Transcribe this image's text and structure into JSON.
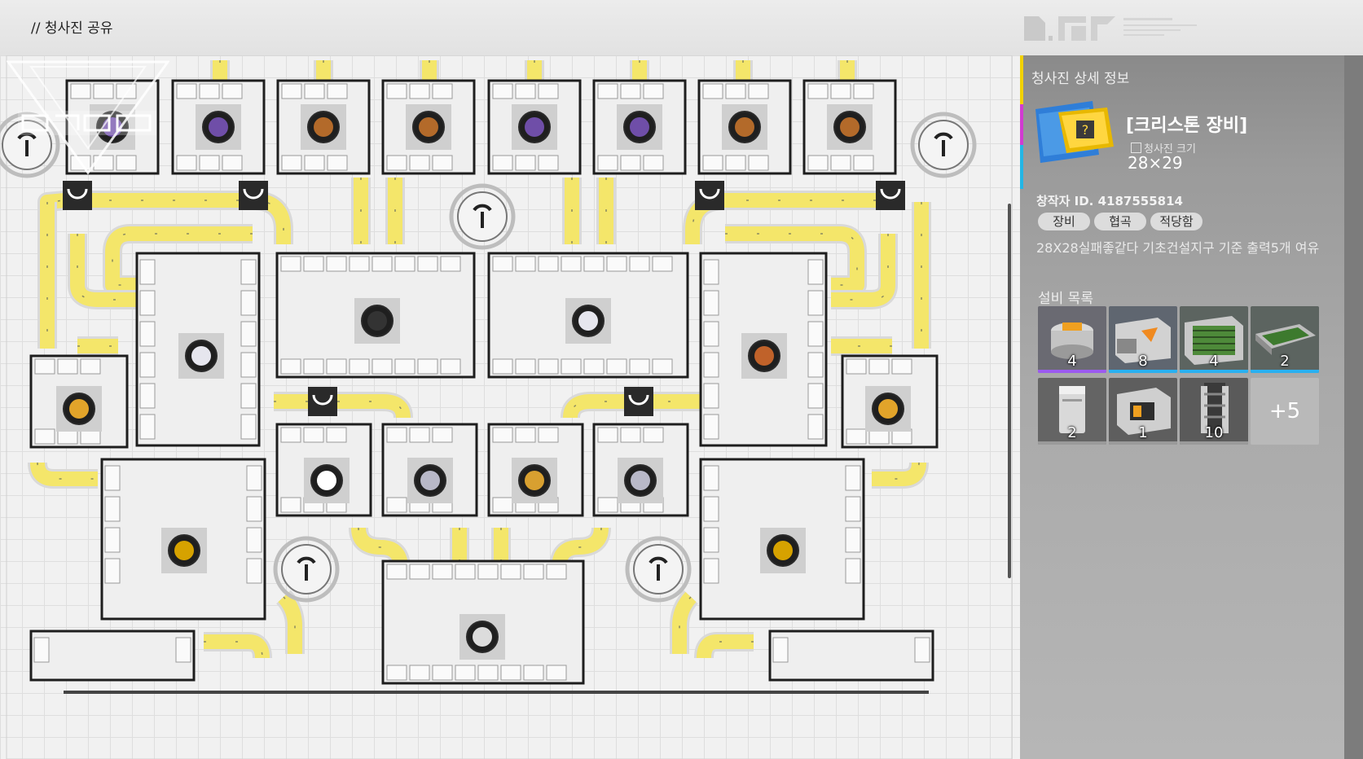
{
  "header": {
    "breadcrumb": "// 청사진 공유"
  },
  "panel": {
    "title": "청사진 상세 정보",
    "blueprint_name": "[크리스톤 장비]",
    "size_label": "청사진 크기",
    "size_value": "28×29",
    "creator": "창작자 ID. 4187555814",
    "tags": [
      "장비",
      "협곡",
      "적당함"
    ],
    "description": "28X28실패좋같다 기초건설지구 기준 출력5개 여유",
    "equipment_title": "설비 목록",
    "equipment": [
      {
        "icon": "refinery-unit-icon",
        "count": "4",
        "rarity": "#9c5bf0"
      },
      {
        "icon": "processor-unit-icon",
        "count": "8",
        "rarity": "#2ab0f0"
      },
      {
        "icon": "circuit-assembler-icon",
        "count": "4",
        "rarity": "#2ab0f0"
      },
      {
        "icon": "circuit-board-icon",
        "count": "2",
        "rarity": "#2ab0f0"
      },
      {
        "icon": "storage-depot-icon",
        "count": "2",
        "rarity": "#9a9a9a"
      },
      {
        "icon": "fabricator-icon",
        "count": "1",
        "rarity": "#9a9a9a"
      },
      {
        "icon": "power-pylon-icon",
        "count": "10",
        "rarity": "#9a9a9a"
      }
    ],
    "more_label": "+5"
  },
  "colors": {
    "conveyor": "#f4e66a",
    "machine_outline": "#1e1e1e",
    "panel_bg": "#9e9e9e"
  },
  "map": {
    "ore_top_row": [
      "amethyst-ore-icon",
      "amethyst-ore-icon",
      "ferrium-ore-icon",
      "ferrium-ore-icon",
      "amethyst-ore-icon",
      "amethyst-ore-icon",
      "ferrium-ore-icon",
      "ferrium-ore-icon"
    ],
    "mid_products": [
      "white-cube-icon",
      "black-cube-icon",
      "white-cube-icon",
      "copper-cube-icon"
    ],
    "lower_products": [
      "part-icon",
      "wire-coil-icon",
      "circuit-chip-icon",
      "wire-coil-icon"
    ],
    "side_ores": [
      "gold-ore-icon",
      "gold-ore-icon"
    ],
    "power_nodes": [
      "power-node-icon"
    ]
  }
}
